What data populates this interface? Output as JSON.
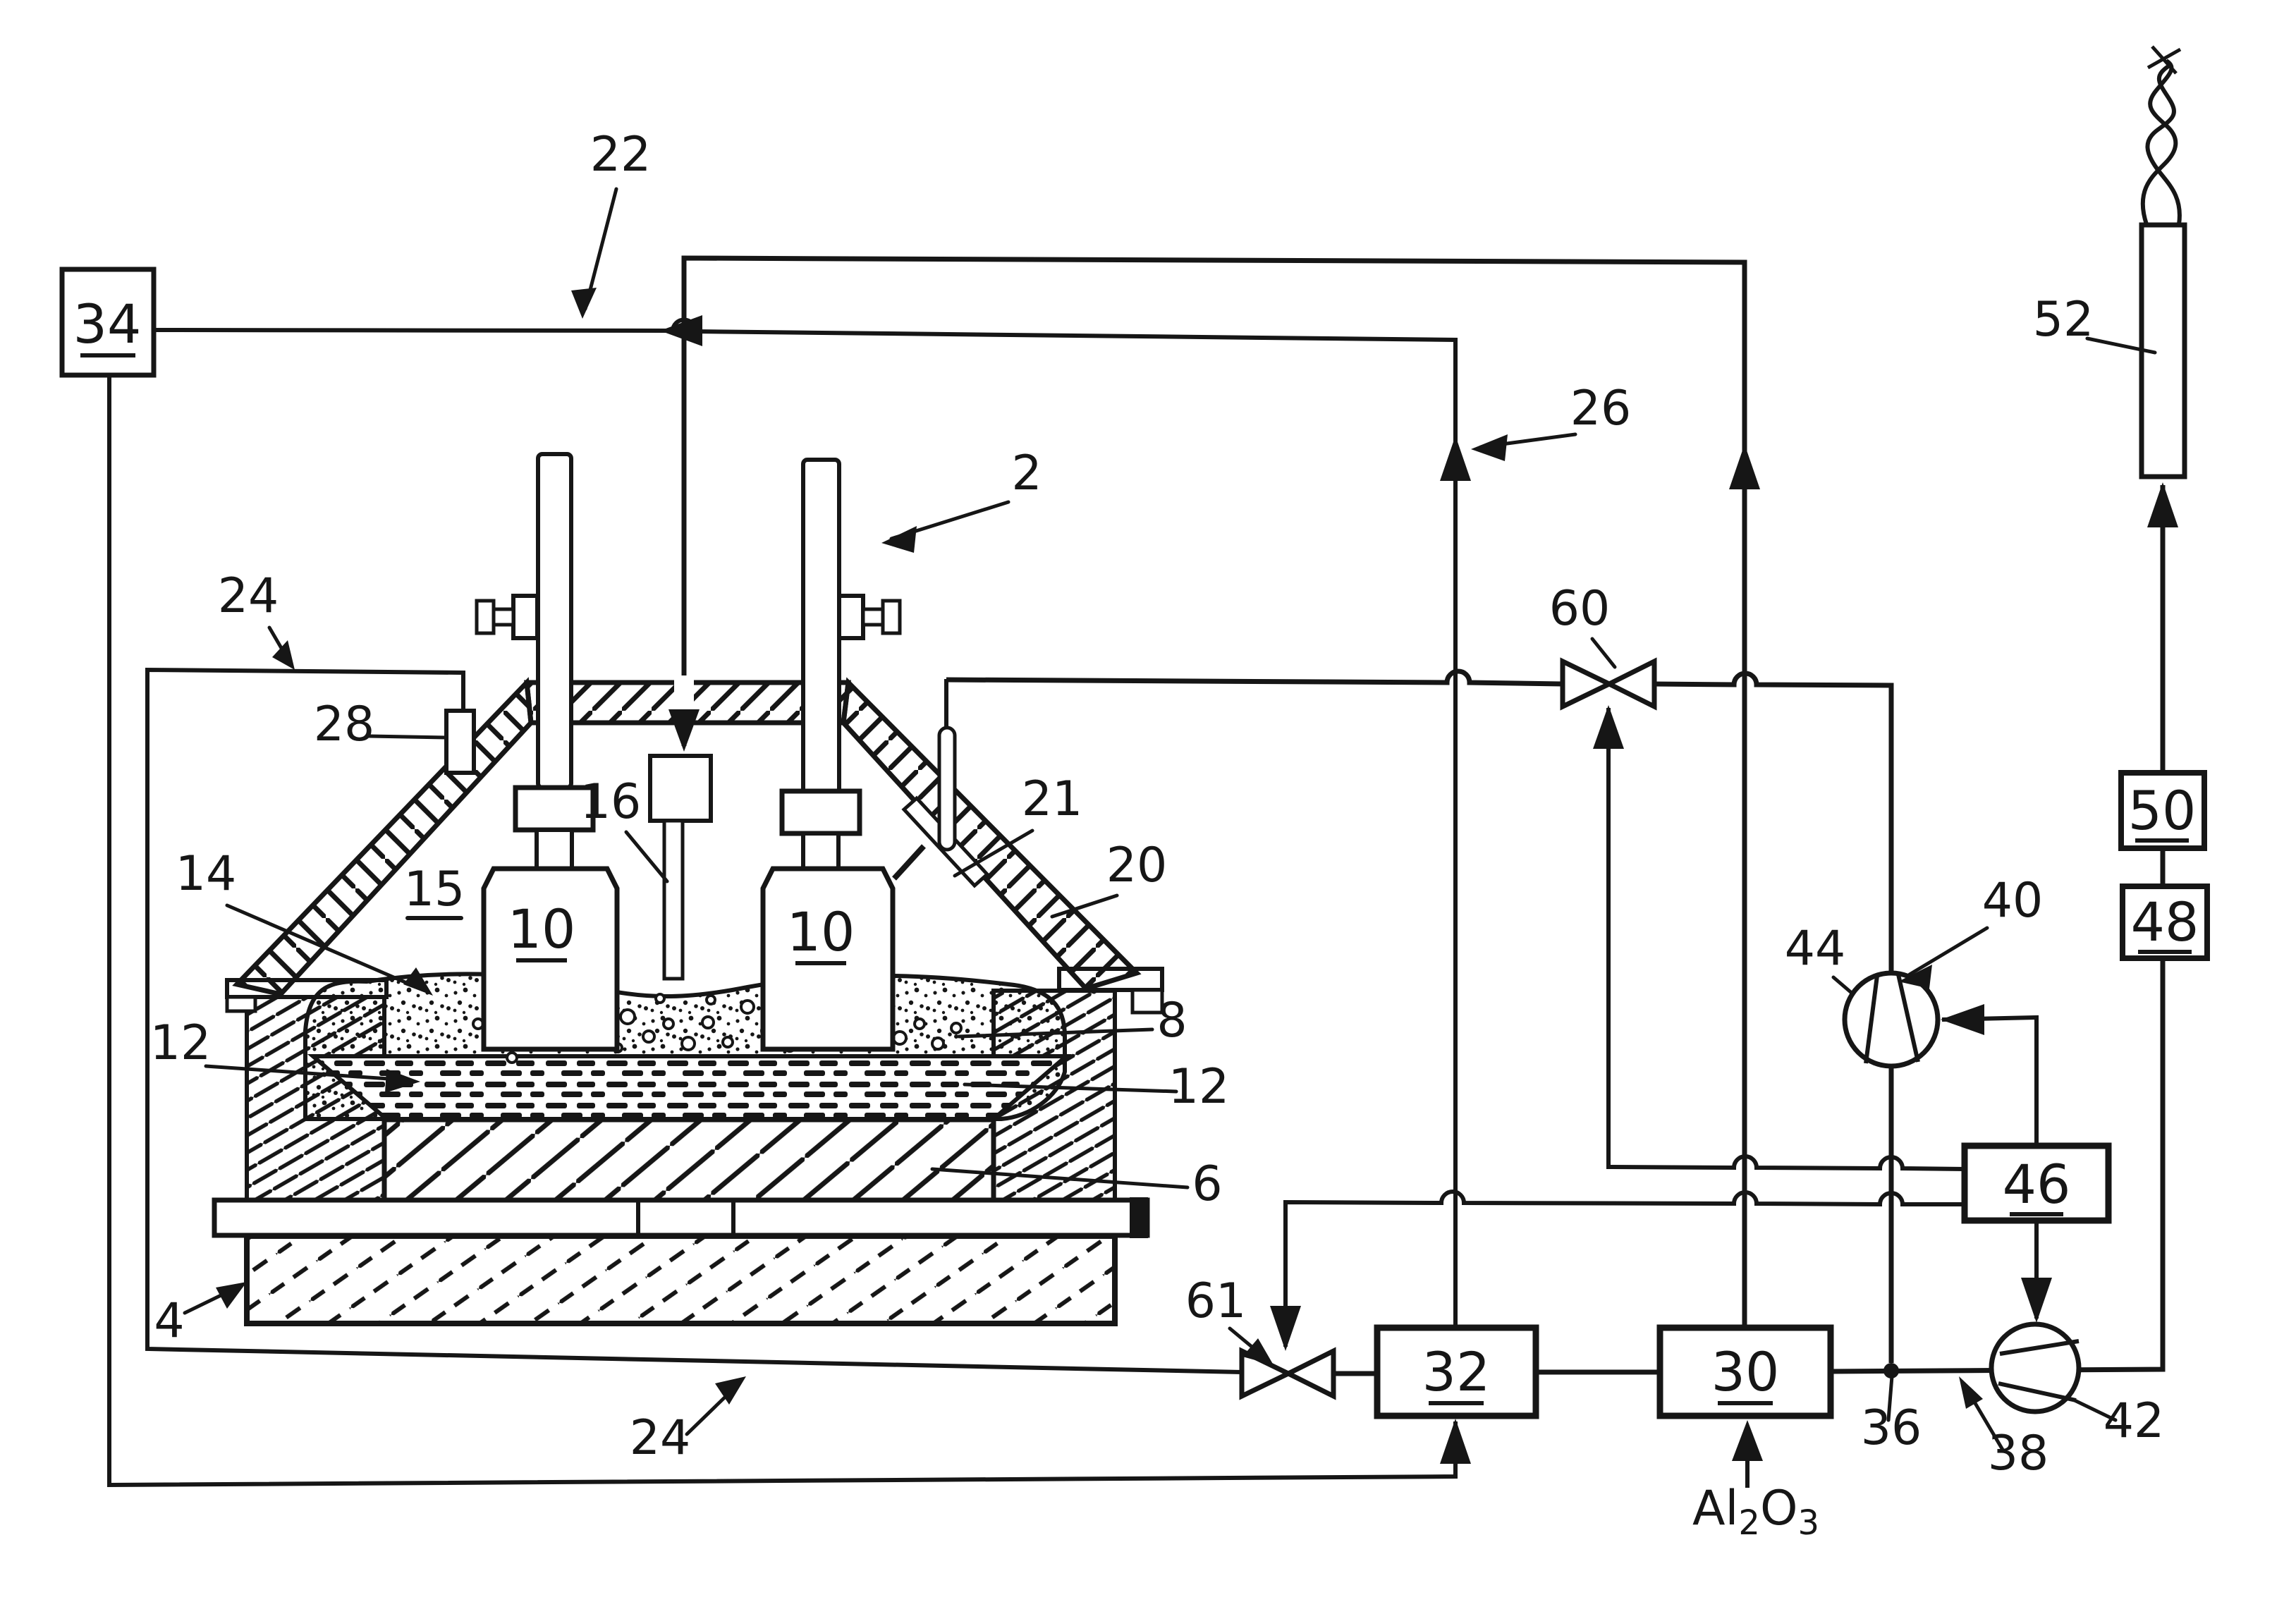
{
  "figure": {
    "kind": "patent line drawing",
    "subject": "electrolytic cell with hooded enclosure, gas treatment and alumina feed loop",
    "colors": {
      "ink": "#161616",
      "paper": "#ffffff"
    }
  },
  "labels": {
    "l2": "2",
    "l4": "4",
    "l6": "6",
    "l8": "8",
    "l10a": "10",
    "l10b": "10",
    "l12a": "12",
    "l12b": "12",
    "l14": "14",
    "l15": "15",
    "l16": "16",
    "l20": "20",
    "l21": "21",
    "l22": "22",
    "l24a": "24",
    "l24b": "24",
    "l26": "26",
    "l28": "28",
    "l36": "36",
    "l38": "38",
    "l40": "40",
    "l42": "42",
    "l44": "44",
    "l52": "52",
    "l60": "60",
    "l61": "61"
  },
  "boxes": {
    "b34": "34",
    "b32": "32",
    "b30": "30",
    "b46": "46",
    "b48": "48",
    "b50": "50"
  },
  "formula": {
    "al": "Al",
    "s2": "2",
    "o": "O",
    "s3": "3"
  }
}
